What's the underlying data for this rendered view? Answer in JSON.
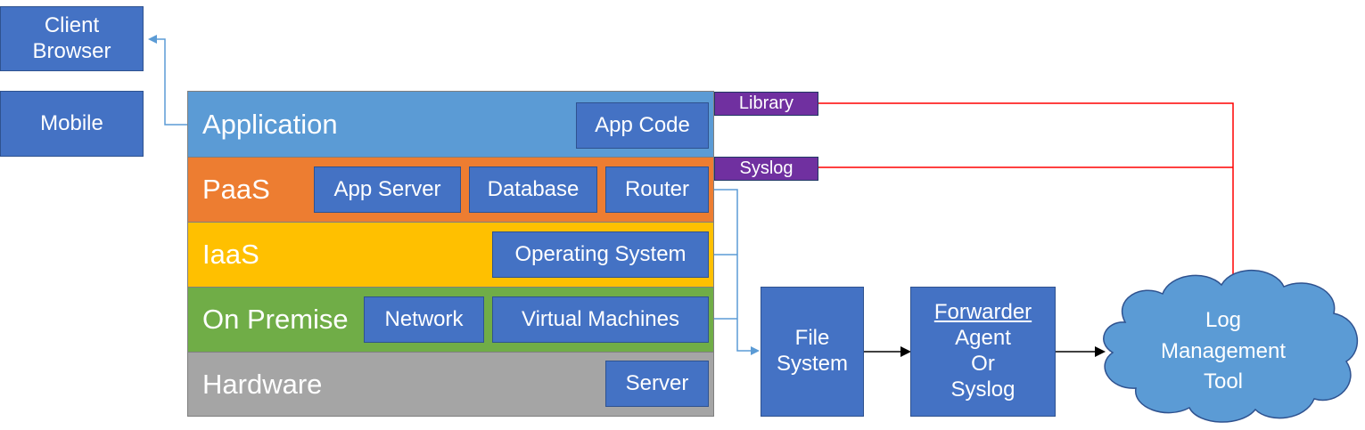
{
  "clients": {
    "browser": "Client Browser",
    "mobile": "Mobile"
  },
  "layers": {
    "application": {
      "label": "Application",
      "components": [
        "App Code"
      ]
    },
    "paas": {
      "label": "PaaS",
      "components": [
        "App Server",
        "Database",
        "Router"
      ]
    },
    "iaas": {
      "label": "IaaS",
      "components": [
        "Operating System"
      ]
    },
    "on_premise": {
      "label": "On Premise",
      "components": [
        "Network",
        "Virtual Machines"
      ]
    },
    "hardware": {
      "label": "Hardware",
      "components": [
        "Server"
      ]
    }
  },
  "tags": {
    "library": "Library",
    "syslog": "Syslog"
  },
  "file_system": "File System",
  "forwarder": {
    "title": "Forwarder",
    "line1": "Agent",
    "line2": "Or",
    "line3": "Syslog"
  },
  "log_tool": "Log Management Tool",
  "colors": {
    "box": "#4472c4",
    "application": "#5b9bd5",
    "paas": "#ed7d31",
    "iaas": "#ffc000",
    "on_premise": "#70ad47",
    "hardware": "#a5a5a5",
    "tag": "#7030a0",
    "red_arrow": "#ff0000",
    "blue_arrow": "#5b9bd5",
    "cloud": "#5b9bd5"
  }
}
